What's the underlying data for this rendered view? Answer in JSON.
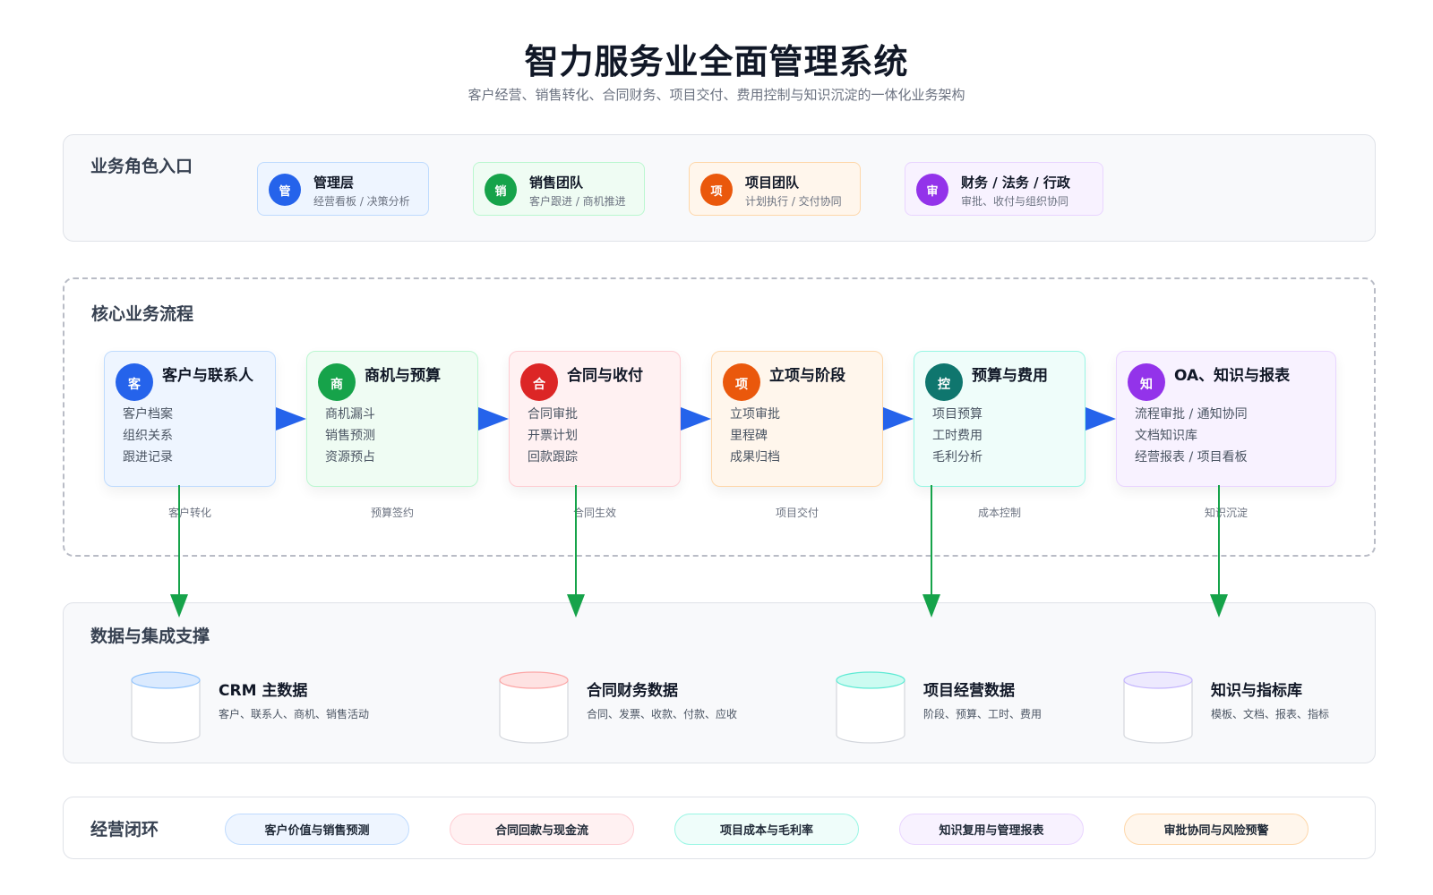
{
  "header": {
    "title": "智力服务业全面管理系统",
    "subtitle": "客户经营、销售转化、合同财务、项目交付、费用控制与知识沉淀的一体化业务架构"
  },
  "roles": {
    "label": "业务角色入口",
    "items": [
      {
        "badge": "管",
        "name": "管理层",
        "desc": "经营看板 / 决策分析",
        "color": "#2563eb",
        "bg": "#eef5ff",
        "border": "#bfdbfe"
      },
      {
        "badge": "销",
        "name": "销售团队",
        "desc": "客户跟进 / 商机推进",
        "color": "#16a34a",
        "bg": "#effcf3",
        "border": "#bbf7d0"
      },
      {
        "badge": "项",
        "name": "项目团队",
        "desc": "计划执行 / 交付协同",
        "color": "#ea580c",
        "bg": "#fff6ec",
        "border": "#fed7aa"
      },
      {
        "badge": "审",
        "name": "财务 / 法务 / 行政",
        "desc": "审批、收付与组织协同",
        "color": "#9333ea",
        "bg": "#f8f2ff",
        "border": "#e9d5ff"
      }
    ]
  },
  "process": {
    "label": "核心业务流程",
    "steps": [
      {
        "badge": "客",
        "name": "客户与联系人",
        "items": [
          "客户档案",
          "组织关系",
          "跟进记录"
        ],
        "caption": "客户转化",
        "color": "#2563eb",
        "bg": "#eef5ff",
        "border": "#bfdbfe"
      },
      {
        "badge": "商",
        "name": "商机与预算",
        "items": [
          "商机漏斗",
          "销售预测",
          "资源预占"
        ],
        "caption": "预算签约",
        "color": "#16a34a",
        "bg": "#effcf3",
        "border": "#bbf7d0"
      },
      {
        "badge": "合",
        "name": "合同与收付",
        "items": [
          "合同审批",
          "开票计划",
          "回款跟踪"
        ],
        "caption": "合同生效",
        "color": "#dc2626",
        "bg": "#fff1f2",
        "border": "#fecdd3"
      },
      {
        "badge": "项",
        "name": "立项与阶段",
        "items": [
          "立项审批",
          "里程碑",
          "成果归档"
        ],
        "caption": "项目交付",
        "color": "#ea580c",
        "bg": "#fff6ec",
        "border": "#fed7aa"
      },
      {
        "badge": "控",
        "name": "预算与费用",
        "items": [
          "项目预算",
          "工时费用",
          "毛利分析"
        ],
        "caption": "成本控制",
        "color": "#0f766e",
        "bg": "#effdfa",
        "border": "#99f6e4"
      },
      {
        "badge": "知",
        "name": "OA、知识与报表",
        "items": [
          "流程审批 / 通知协同",
          "文档知识库",
          "经营报表 / 项目看板"
        ],
        "caption": "知识沉淀",
        "color": "#9333ea",
        "bg": "#f8f2ff",
        "border": "#e9d5ff"
      }
    ]
  },
  "data_support": {
    "label": "数据与集成支撑",
    "stores": [
      {
        "name": "CRM 主数据",
        "desc": "客户、联系人、商机、销售活动",
        "top_fill": "#dbeafe",
        "top_stroke": "#93c5fd"
      },
      {
        "name": "合同财务数据",
        "desc": "合同、发票、收款、付款、应收",
        "top_fill": "#fee2e2",
        "top_stroke": "#fca5a5"
      },
      {
        "name": "项目经营数据",
        "desc": "阶段、预算、工时、费用",
        "top_fill": "#ccfbf1",
        "top_stroke": "#5eead4"
      },
      {
        "name": "知识与指标库",
        "desc": "模板、文档、报表、指标",
        "top_fill": "#ede9fe",
        "top_stroke": "#c4b5fd"
      }
    ]
  },
  "loop": {
    "label": "经营闭环",
    "chips": [
      {
        "text": "客户价值与销售预测",
        "bg": "#eef5ff",
        "border": "#bfdbfe"
      },
      {
        "text": "合同回款与现金流",
        "bg": "#fff1f2",
        "border": "#fecdd3"
      },
      {
        "text": "项目成本与毛利率",
        "bg": "#effdfa",
        "border": "#99f6e4"
      },
      {
        "text": "知识复用与管理报表",
        "bg": "#f8f2ff",
        "border": "#e9d5ff"
      },
      {
        "text": "审批协同与风险预警",
        "bg": "#fff6ec",
        "border": "#fed7aa"
      }
    ]
  },
  "colors": {
    "flow_arrow": "#2563eb",
    "data_arrow": "#16a34a"
  }
}
